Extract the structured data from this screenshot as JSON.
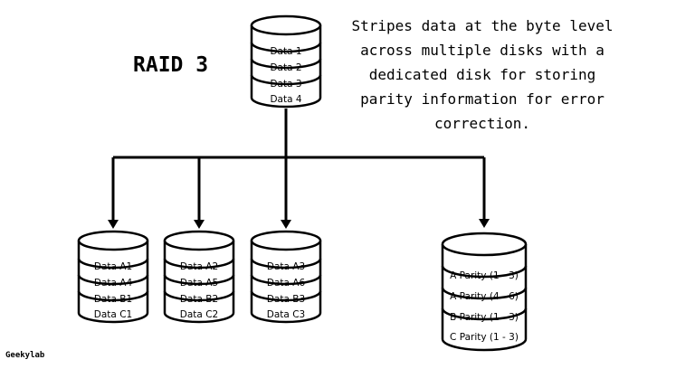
{
  "title": "RAID 3",
  "description_lines": [
    "Stripes data at the byte level",
    "across multiple disks with a",
    "dedicated disk for storing",
    "parity information for error",
    "correction."
  ],
  "source_disk": {
    "labels": [
      "Data 1",
      "Data 2",
      "Data 3",
      "Data 4"
    ]
  },
  "data_disks": [
    {
      "labels": [
        "Data A1",
        "Data A4",
        "Data B1",
        "Data C1"
      ]
    },
    {
      "labels": [
        "Data A2",
        "Data A5",
        "Data B2",
        "Data C2"
      ]
    },
    {
      "labels": [
        "Data A3",
        "Data A6",
        "Data B3",
        "Data C3"
      ]
    }
  ],
  "parity_disk": {
    "labels": [
      "A Parity (1 - 3)",
      "A Parity (4 - 6)",
      "B Parity (1 - 3)",
      "C Parity (1 - 3)"
    ]
  },
  "brand": "Geekylab"
}
